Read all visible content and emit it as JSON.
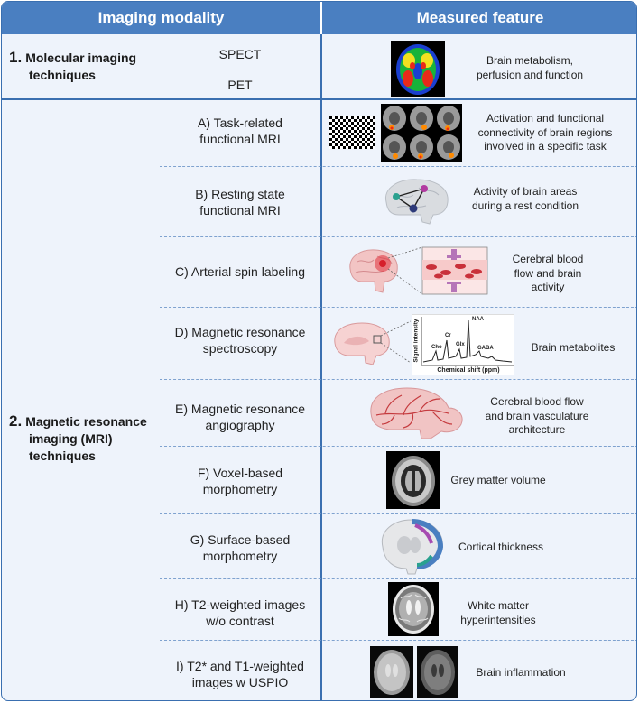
{
  "header": {
    "left": "Imaging modality",
    "right": "Measured feature"
  },
  "groups": [
    {
      "number": "1.",
      "line1": "Molecular imaging",
      "line2": "techniques"
    },
    {
      "number": "2.",
      "line1": "Magnetic resonance",
      "line2": "imaging (MRI)",
      "line3": "techniques"
    }
  ],
  "molecular": [
    {
      "label": "SPECT"
    },
    {
      "label": "PET"
    }
  ],
  "molecular_feature": [
    "Brain metabolism,",
    "perfusion and function"
  ],
  "mri": [
    {
      "label1": "A) Task-related",
      "label2": "functional MRI",
      "feature": [
        "Activation and functional",
        "connectivity of brain regions",
        "involved in a specific task"
      ]
    },
    {
      "label1": "B) Resting state",
      "label2": "functional MRI",
      "feature": [
        "Activity of brain areas",
        "during a rest condition"
      ]
    },
    {
      "label1": "C) Arterial spin labeling",
      "label2": "",
      "feature": [
        "Cerebral blood",
        "flow and brain",
        "activity"
      ]
    },
    {
      "label1": "D) Magnetic resonance",
      "label2": "spectroscopy",
      "feature": [
        "Brain metabolites"
      ]
    },
    {
      "label1": "E) Magnetic resonance",
      "label2": "angiography",
      "feature": [
        "Cerebral blood flow",
        "and brain vasculature",
        "architecture"
      ]
    },
    {
      "label1": "F) Voxel-based",
      "label2": "morphometry",
      "feature": [
        "Grey matter volume"
      ]
    },
    {
      "label1": "G) Surface-based",
      "label2": "morphometry",
      "feature": [
        "Cortical thickness"
      ]
    },
    {
      "label1": "H) T2-weighted images",
      "label2": "w/o contrast",
      "feature": [
        "White matter",
        "hyperintensities"
      ]
    },
    {
      "label1": "I) T2* and T1-weighted",
      "label2": "images w USPIO",
      "feature": [
        "Brain inflammation"
      ]
    }
  ],
  "spectrum": {
    "ylabel": "Signal intensity",
    "xlabel": "Chemical shift (ppm)",
    "peaks": [
      "NAA",
      "Cr",
      "Cho",
      "Glx",
      "GABA"
    ]
  },
  "colors": {
    "header": "#4a7fc1",
    "border": "#3a6fb0",
    "panel": "#eef3fb",
    "dashed": "#7fa2cf"
  }
}
